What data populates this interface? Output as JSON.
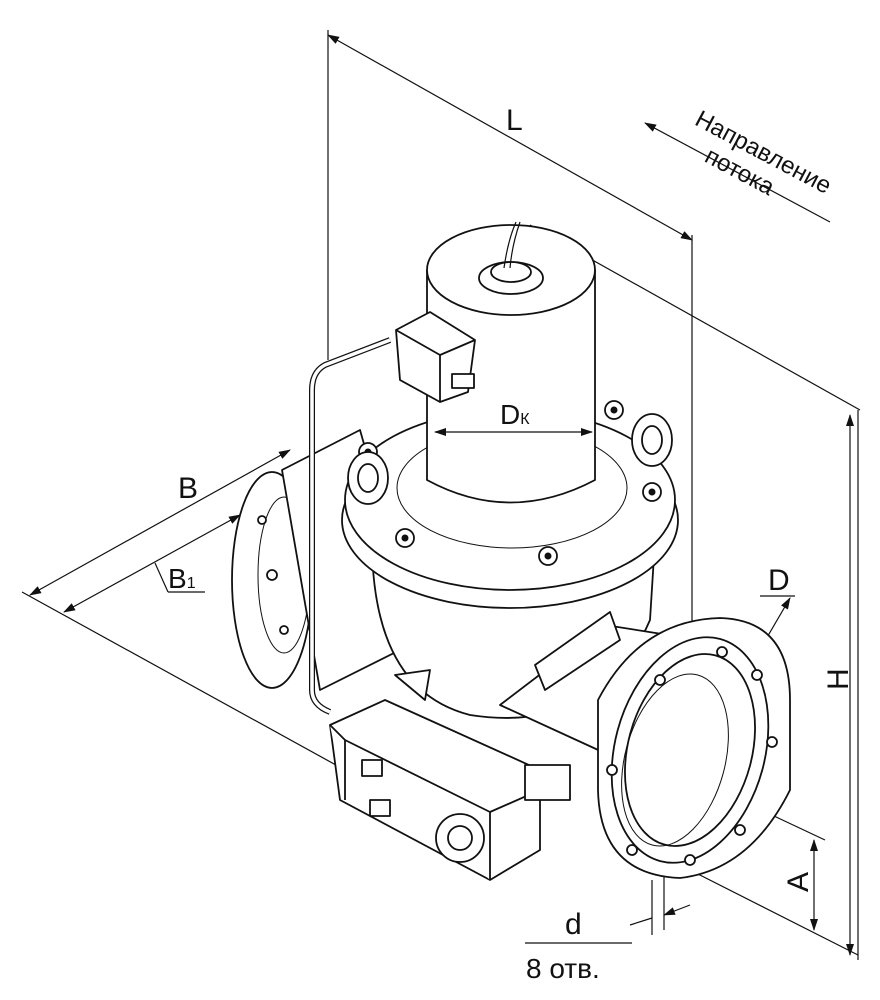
{
  "labels": {
    "L": "L",
    "flow_line1": "Направление",
    "flow_line2": "потока",
    "Dk_main": "D",
    "Dk_sub": "К",
    "B": "B",
    "B1_main": "B",
    "B1_sub": "1",
    "D": "D",
    "H": "H",
    "A": "A",
    "d": "d",
    "holes": "8 отв."
  }
}
